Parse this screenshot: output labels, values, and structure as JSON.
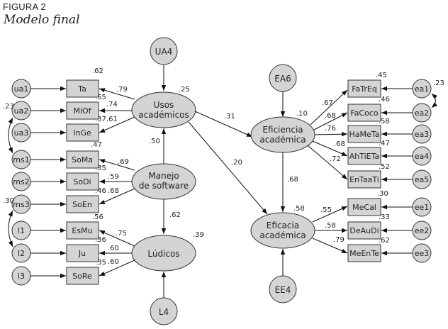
{
  "figure": {
    "label": "FIGURA 2",
    "title": "Modelo final"
  },
  "colors": {
    "node_fill": "#d4d4d4",
    "stroke": "#333333"
  },
  "latents": {
    "usos": {
      "line1": "Usos",
      "line2": "académicos",
      "r2": ".25"
    },
    "manejo": {
      "line1": "Manejo",
      "line2": "de software"
    },
    "ludicos": {
      "line1": "Lúdicos",
      "r2": ".39"
    },
    "eficiencia": {
      "line1": "Eficiencia",
      "line2": "académica",
      "r2": ".10"
    },
    "eficacia": {
      "line1": "Eficacia",
      "line2": "académica",
      "r2": ".58"
    }
  },
  "disturbances": {
    "ua4": "UA4",
    "l4": "L4",
    "ea6": "EA6",
    "ee4": "EE4"
  },
  "left_indicators": [
    {
      "error": "ua1",
      "name": "Ta",
      "r2": ".62",
      "loading": ".79"
    },
    {
      "error": "ua2",
      "name": "MiOf",
      "r2": ".55",
      "loading": ".74"
    },
    {
      "error": "ua3",
      "name": "InGe",
      "r2": ".37",
      "loading": ".61"
    },
    {
      "error": "ms1",
      "name": "SoMa",
      "r2": ".47",
      "loading": ".69"
    },
    {
      "error": "ms2",
      "name": "SoDi",
      "r2": ".35",
      "loading": ".59"
    },
    {
      "error": "ms3",
      "name": "SoEn",
      "r2": ".46",
      "loading": ".68"
    },
    {
      "error": "l1",
      "name": "EsMu",
      "r2": ".56",
      "loading": ".75"
    },
    {
      "error": "l2",
      "name": "Ju",
      "r2": ".36",
      "loading": ".60"
    },
    {
      "error": "l3",
      "name": "SoRe",
      "r2": ".35",
      "loading": ".60"
    }
  ],
  "right_indicators": [
    {
      "error": "ea1",
      "name": "FaTrEq",
      "r2": ".45",
      "loading": ".67"
    },
    {
      "error": "ea2",
      "name": "FaCoco",
      "r2": ".46",
      "loading": ".68"
    },
    {
      "error": "ea3",
      "name": "HaMeTa",
      "r2": ".58",
      "loading": ".76"
    },
    {
      "error": "ea4",
      "name": "AhTiETa",
      "r2": ".47",
      "loading": ".68"
    },
    {
      "error": "ea5",
      "name": "EnTaaTi",
      "r2": ".52",
      "loading": ".72"
    },
    {
      "error": "ee1",
      "name": "MeCal",
      "r2": ".30",
      "loading": ".55"
    },
    {
      "error": "ee2",
      "name": "DeAuDi",
      "r2": ".33",
      "loading": ".58"
    },
    {
      "error": "ee3",
      "name": "MeEnTe",
      "r2": ".62",
      "loading": ".79"
    }
  ],
  "paths": {
    "manejo_usos": ".50",
    "manejo_ludicos": ".62",
    "usos_eficiencia": ".31",
    "usos_eficacia": ".20",
    "eficiencia_eficacia": ".68"
  },
  "covariances": {
    "ua2_ms1": ".23",
    "ms3_l2": ".30",
    "ea1_ea2": ".23"
  }
}
